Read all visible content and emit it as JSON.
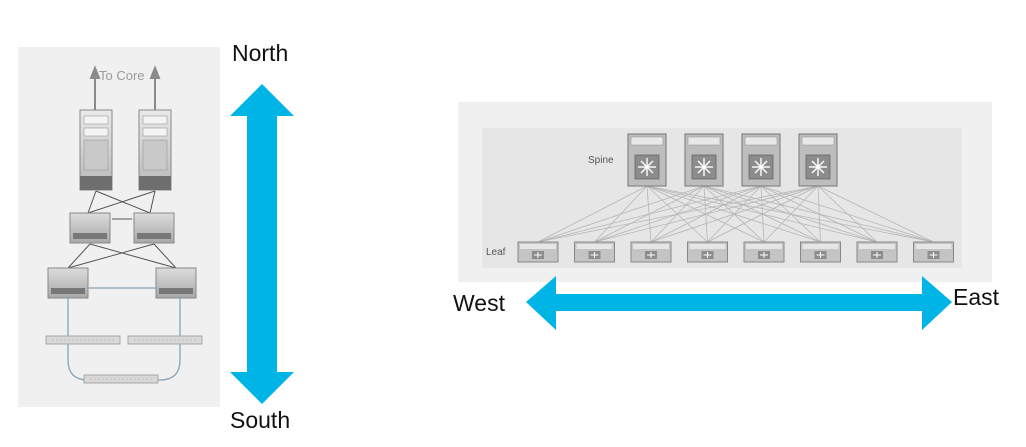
{
  "north_south": {
    "north_label": "North",
    "south_label": "South",
    "uplink_label": "To Core"
  },
  "east_west": {
    "west_label": "West",
    "east_label": "East",
    "spine_label": "Spine",
    "leaf_label": "Leaf",
    "spine_count": 4,
    "leaf_count": 8
  },
  "colors": {
    "arrow": "#00b4e6",
    "panel": "#f0f0f0",
    "inner_panel": "#e6e6e6",
    "line": "#9aa0a6",
    "loop": "#8aa3b8"
  }
}
